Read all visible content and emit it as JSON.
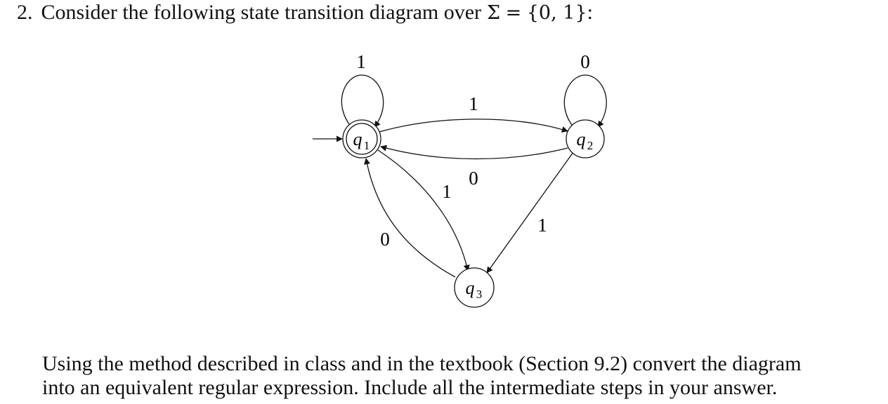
{
  "problem": {
    "number": "2.",
    "text": "Consider the following state transition diagram over",
    "alphabet_symbol": "Σ",
    "equals": "=",
    "alphabet_set": "{0, 1}",
    "colon": ":"
  },
  "diagram": {
    "states": [
      {
        "id": "q1",
        "label": "q",
        "subscript": "1",
        "accepting": true,
        "start": true
      },
      {
        "id": "q2",
        "label": "q",
        "subscript": "2",
        "accepting": false,
        "start": false
      },
      {
        "id": "q3",
        "label": "q",
        "subscript": "3",
        "accepting": false,
        "start": false
      }
    ],
    "transitions": [
      {
        "from": "q1",
        "to": "q1",
        "label": "1"
      },
      {
        "from": "q2",
        "to": "q2",
        "label": "0"
      },
      {
        "from": "q1",
        "to": "q2",
        "label": "1"
      },
      {
        "from": "q2",
        "to": "q1",
        "label": "0"
      },
      {
        "from": "q1",
        "to": "q3",
        "label": "1"
      },
      {
        "from": "q3",
        "to": "q1",
        "label": "0"
      },
      {
        "from": "q2",
        "to": "q3",
        "label": "1"
      }
    ]
  },
  "instructions": {
    "line1": "Using the method described in class and in the textbook (Section 9.2) convert the diagram",
    "line2": "into an equivalent regular expression. Include all the intermediate steps in your answer."
  }
}
